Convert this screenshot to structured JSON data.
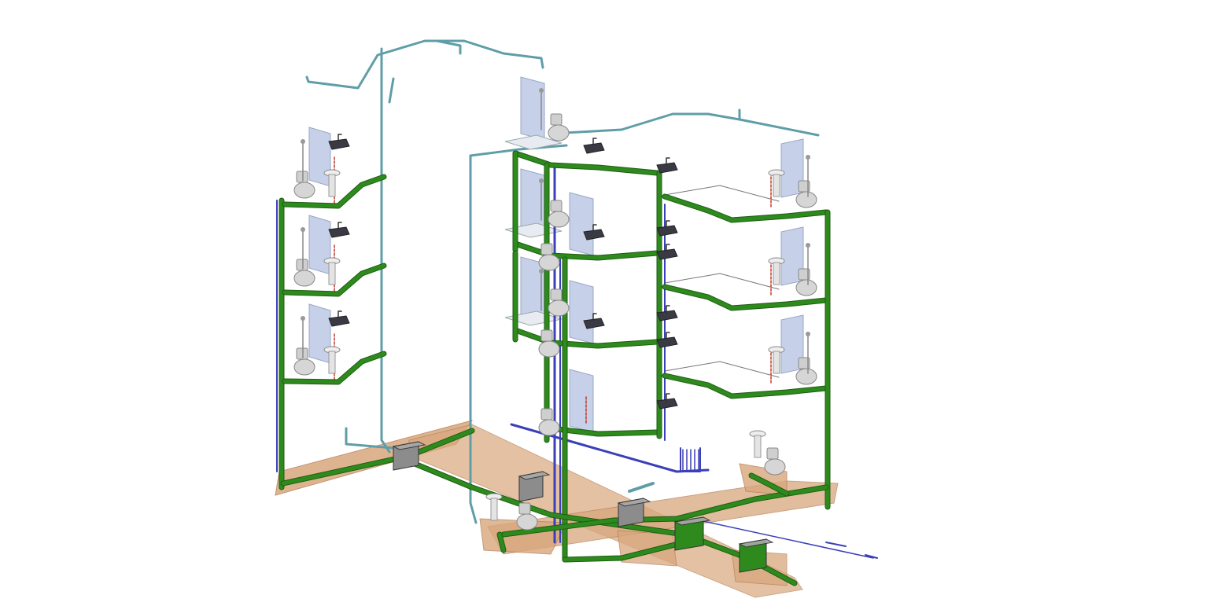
{
  "view": {
    "kind": "isometric plumbing system model",
    "background": "#ffffff"
  },
  "palette": {
    "drain_pipe": "#2f8a1e",
    "drain_pipe_dark": "#1d5e12",
    "vent_pipe": "#5f9ea8",
    "cold_water": "#3b3fb8",
    "hot_water": "#c0392b",
    "slab": "#d9a77d",
    "slab_edge": "#b8835a",
    "wall_panel": "#b9c6e4",
    "fixture": "#d6d6d6",
    "sink": "#3a3a44",
    "cleanout_box": "#8c8c8c",
    "sump_box": "#2f8a1e"
  },
  "blocks": [
    {
      "name": "left-block",
      "floors": 3
    },
    {
      "name": "center-block",
      "floors": 4
    },
    {
      "name": "right-block",
      "floors": 3
    }
  ],
  "labels": []
}
